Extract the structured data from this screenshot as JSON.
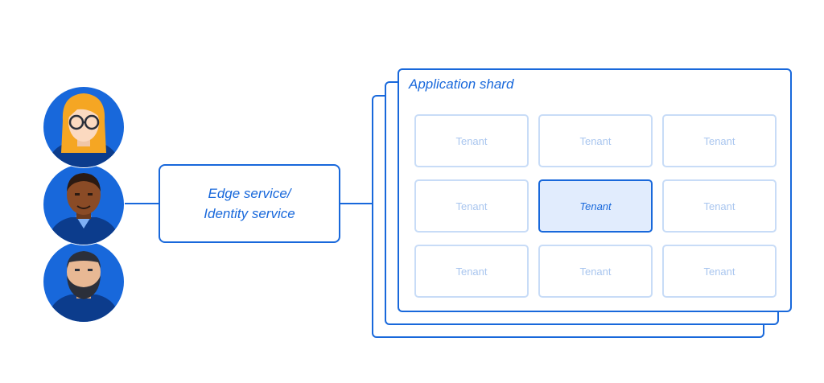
{
  "edge_service": {
    "line1": "Edge service/",
    "line2": "Identity service"
  },
  "shard": {
    "title": "Application shard",
    "tenants": [
      {
        "label": "Tenant",
        "active": false
      },
      {
        "label": "Tenant",
        "active": false
      },
      {
        "label": "Tenant",
        "active": false
      },
      {
        "label": "Tenant",
        "active": false
      },
      {
        "label": "Tenant",
        "active": true
      },
      {
        "label": "Tenant",
        "active": false
      },
      {
        "label": "Tenant",
        "active": false
      },
      {
        "label": "Tenant",
        "active": false
      },
      {
        "label": "Tenant",
        "active": false
      }
    ]
  },
  "colors": {
    "accent": "#1868DB",
    "tenant_border": "#C8DCF7",
    "tenant_text": "#A9C6EF",
    "tenant_active_bg": "#E1ECFD"
  },
  "users": [
    {
      "icon": "user-avatar-glasses-icon"
    },
    {
      "icon": "user-avatar-dark-skin-icon"
    },
    {
      "icon": "user-avatar-beard-icon"
    }
  ]
}
